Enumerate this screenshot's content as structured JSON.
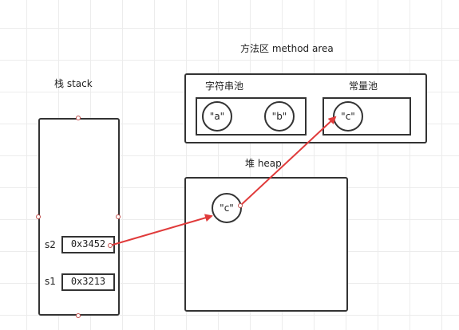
{
  "method_area": {
    "title": "方法区 method area",
    "string_pool": {
      "label": "字符串池",
      "items": [
        "\"a\"",
        "\"b\""
      ]
    },
    "constant_pool": {
      "label": "常量池",
      "items": [
        "\"c\""
      ]
    }
  },
  "stack": {
    "title": "栈  stack",
    "vars": [
      {
        "name": "s2",
        "value": "0x3452"
      },
      {
        "name": "s1",
        "value": "0x3213"
      }
    ]
  },
  "heap": {
    "title": "堆    heap",
    "objects": [
      "\"c\""
    ]
  },
  "colors": {
    "arrow": "#e03b3b",
    "border": "#333333",
    "handle": "#c0504d"
  }
}
